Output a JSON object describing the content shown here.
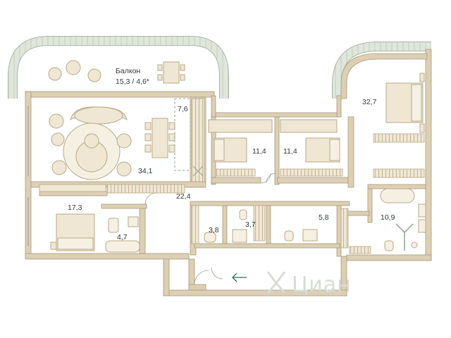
{
  "balcony": {
    "title": "Балкон",
    "area": "15,3 / 4,6*"
  },
  "rooms": [
    {
      "id": "living",
      "area": "34,1"
    },
    {
      "id": "storage",
      "area": "7,6"
    },
    {
      "id": "bedroom-a",
      "area": "11,4"
    },
    {
      "id": "bedroom-b",
      "area": "11,4"
    },
    {
      "id": "master-bedroom",
      "area": "32,7"
    },
    {
      "id": "hall",
      "area": "22,4"
    },
    {
      "id": "bedroom-left",
      "area": "17,3"
    },
    {
      "id": "bath-small",
      "area": "4,7"
    },
    {
      "id": "wc-1",
      "area": "3,8"
    },
    {
      "id": "wc-2",
      "area": "3,7"
    },
    {
      "id": "bath-mid",
      "area": "5,8"
    },
    {
      "id": "master-bath",
      "area": "10,9"
    }
  ],
  "watermark": {
    "text": "Циан",
    "icon": "cian-logo-icon"
  },
  "colors": {
    "wall": "#dccfb4",
    "wall_stroke": "#a99a7a",
    "floor": "#ffffff",
    "accent": "#2f6f57",
    "furniture": "#efe6d3",
    "furniture_stroke": "#b8a988"
  }
}
